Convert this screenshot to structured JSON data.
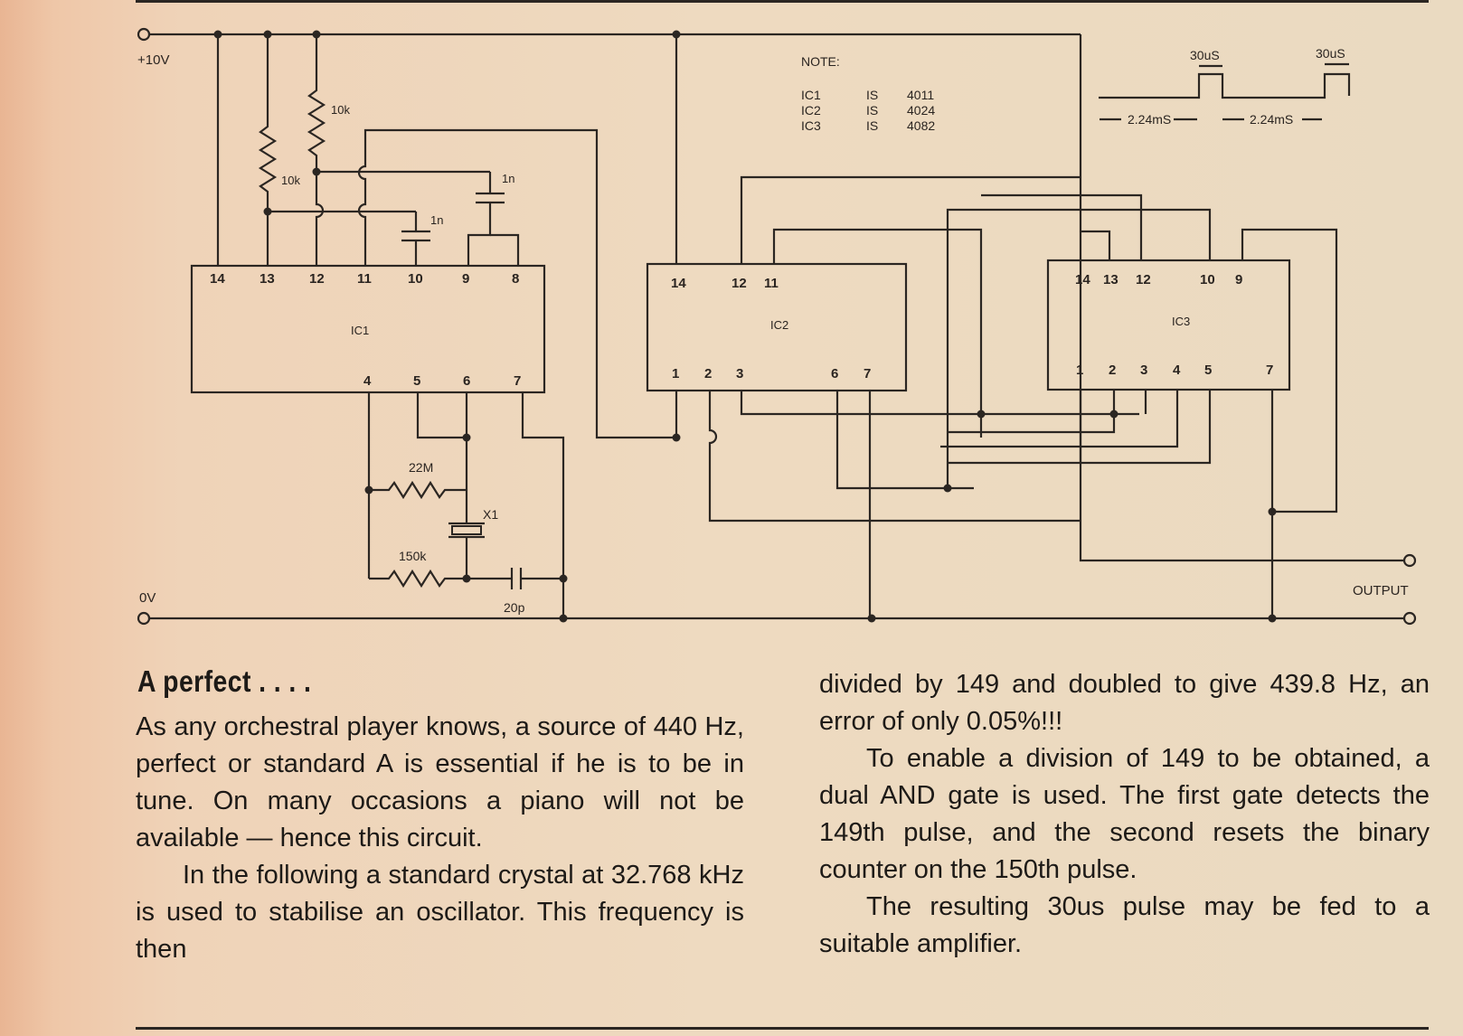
{
  "schematic": {
    "supply_label": "+10V",
    "ground_label": "0V",
    "output_label": "OUTPUT",
    "note": {
      "title": "NOTE:",
      "rows": [
        {
          "ic": "IC1",
          "is": "IS",
          "part": "4011"
        },
        {
          "ic": "IC2",
          "is": "IS",
          "part": "4024"
        },
        {
          "ic": "IC3",
          "is": "IS",
          "part": "4082"
        }
      ]
    },
    "waveform": {
      "pulse_width_1": "30uS",
      "pulse_width_2": "30uS",
      "period_1": "2.24mS",
      "period_2": "2.24mS"
    },
    "ic1": {
      "label": "IC1",
      "top_pins": [
        "14",
        "13",
        "12",
        "11",
        "10",
        "9",
        "8"
      ],
      "bottom_pins": [
        "4",
        "5",
        "6",
        "7"
      ]
    },
    "ic2": {
      "label": "IC2",
      "top_pins": [
        "14",
        "12",
        "11"
      ],
      "bottom_pins": [
        "1",
        "2",
        "3",
        "6",
        "7"
      ]
    },
    "ic3": {
      "label": "IC3",
      "top_pins": [
        "14",
        "13",
        "12",
        "10",
        "9"
      ],
      "bottom_pins": [
        "1",
        "2",
        "3",
        "4",
        "5",
        "7"
      ]
    },
    "components": {
      "r_top_right": "10k",
      "r_top_left": "10k",
      "c_1n_upper": "1n",
      "c_1n_lower": "1n",
      "r_22m": "22M",
      "crystal": "X1",
      "r_150k": "150k",
      "c_20p": "20p"
    }
  },
  "article": {
    "heading": "A perfect . . . .",
    "col1": [
      "As any orchestral player knows, a source of 440 Hz, perfect or standard A is essential if he is to be in tune. On many occasions a piano will not be available — hence this circuit.",
      "In the following a standard crystal at 32.768 kHz is used to stabilise an oscillator. This frequency is then"
    ],
    "col2": [
      "divided by 149 and doubled to give 439.8 Hz, an error of only 0.05%!!!",
      "To enable a division of 149 to be obtained, a dual AND gate is used. The first gate detects the 149th pulse, and the second resets the binary counter on the 150th pulse.",
      "The resulting 30us pulse may be fed to a suitable amplifier."
    ]
  }
}
